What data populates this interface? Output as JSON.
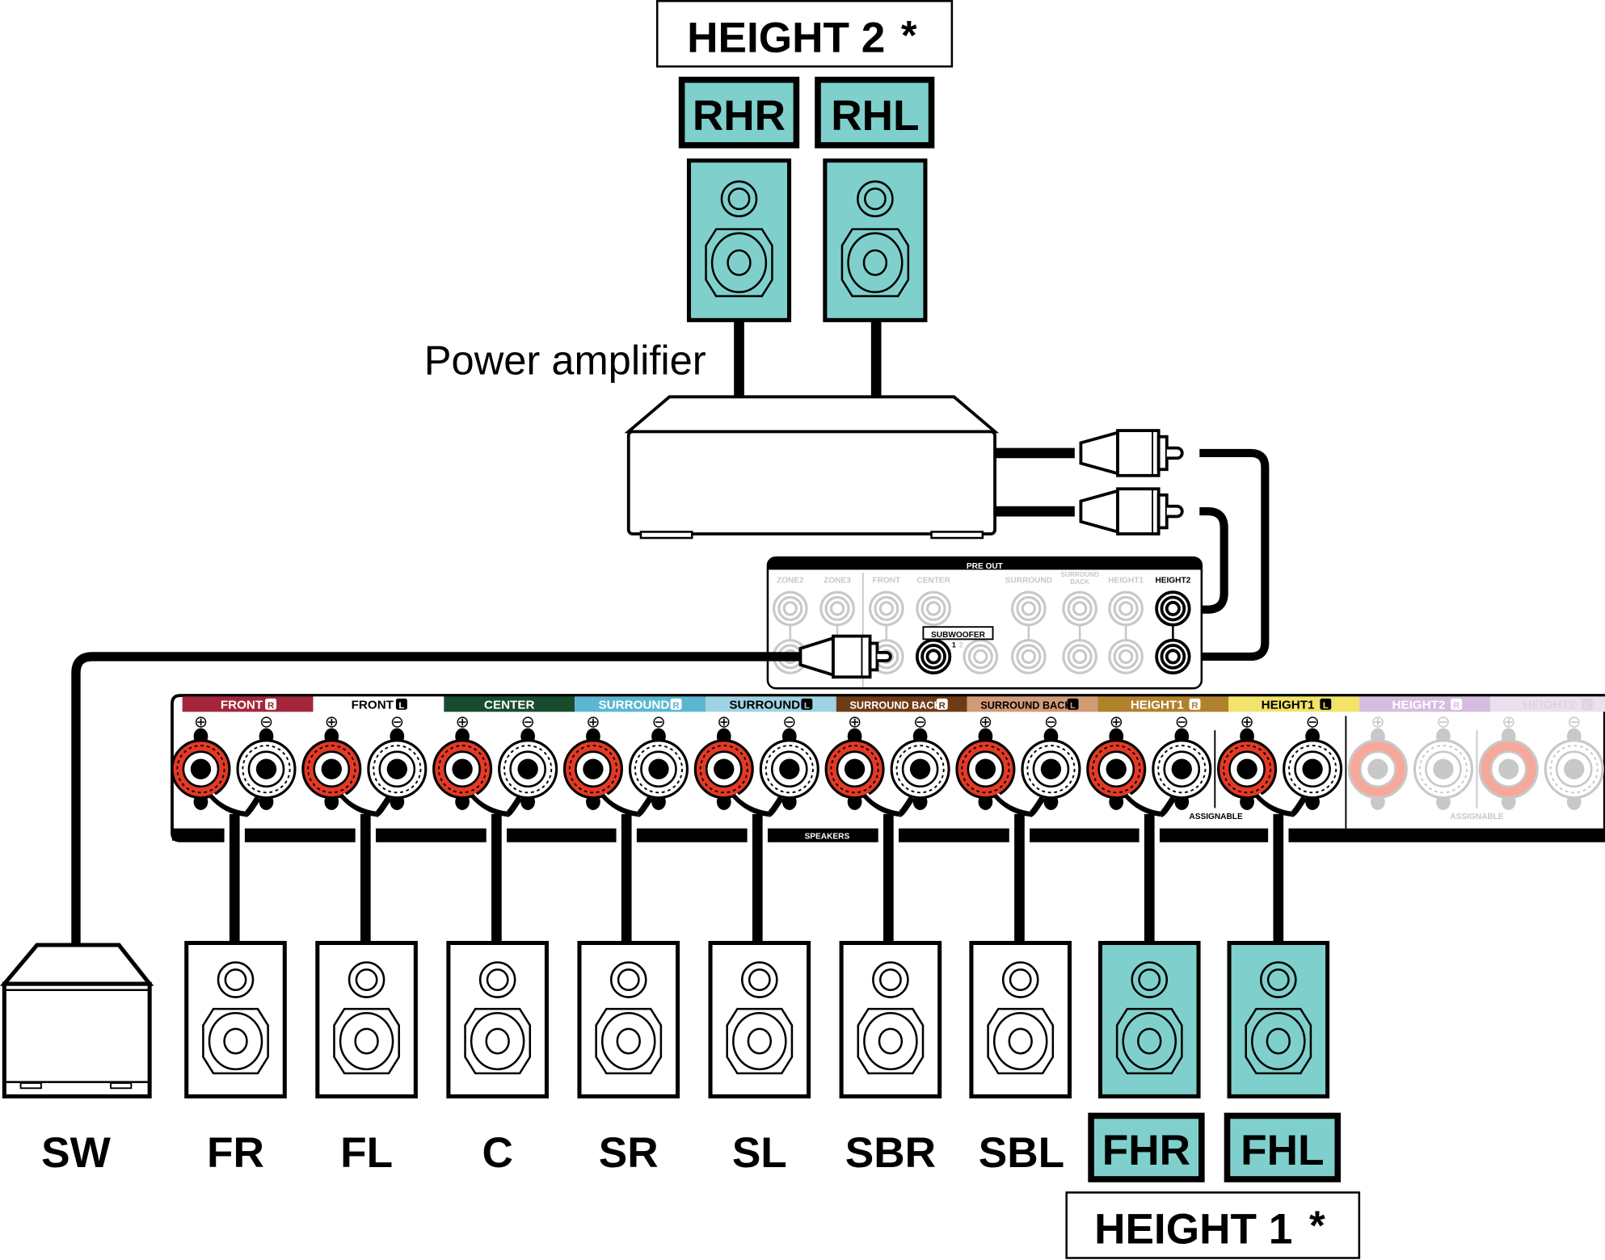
{
  "colors": {
    "teal": "#7fd0cc",
    "front_r": "#a3263a",
    "front_l": "#ffffff",
    "center": "#174d2e",
    "surround_r": "#5bb7d0",
    "surround_l": "#9fd3e3",
    "surround_back_r": "#6f3b16",
    "surround_back_l": "#d39a78",
    "height1_r": "#b0822c",
    "height1_l": "#f2e46a",
    "height2_r": "#d6bde0",
    "height2_l": "#ece0f0",
    "terminal_red": "#e33a27",
    "inactive": "#c8c8c8"
  },
  "top_group": {
    "title": "HEIGHT 2",
    "asterisk": "*",
    "speakers": [
      "RHR",
      "RHL"
    ]
  },
  "power_amplifier_label": "Power amplifier",
  "pre_out": {
    "title": "PRE OUT",
    "jacks": [
      "ZONE2",
      "ZONE3",
      "FRONT",
      "CENTER",
      "SURROUND",
      "SURROUND BACK",
      "HEIGHT1",
      "HEIGHT2"
    ],
    "subwoofer_label": "SUBWOOFER",
    "subwoofer_nums": [
      "1",
      "2"
    ]
  },
  "speaker_terminals": {
    "channels": [
      {
        "name": "FRONT",
        "side": "R"
      },
      {
        "name": "FRONT",
        "side": "L"
      },
      {
        "name": "CENTER",
        "side": ""
      },
      {
        "name": "SURROUND",
        "side": "R"
      },
      {
        "name": "SURROUND",
        "side": "L"
      },
      {
        "name": "SURROUND BACK",
        "side": "R"
      },
      {
        "name": "SURROUND BACK",
        "side": "L"
      },
      {
        "name": "HEIGHT1",
        "side": "R"
      },
      {
        "name": "HEIGHT1",
        "side": "L"
      },
      {
        "name": "HEIGHT2",
        "side": "R"
      },
      {
        "name": "HEIGHT2",
        "side": "L"
      }
    ],
    "plus": "⊕",
    "minus": "⊖",
    "assignable": "ASSIGNABLE",
    "speakers_label": "SPEAKERS"
  },
  "bottom_speakers": [
    "SW",
    "FR",
    "FL",
    "C",
    "SR",
    "SL",
    "SBR",
    "SBL",
    "FHR",
    "FHL"
  ],
  "bottom_group": {
    "title": "HEIGHT 1",
    "asterisk": "*"
  }
}
